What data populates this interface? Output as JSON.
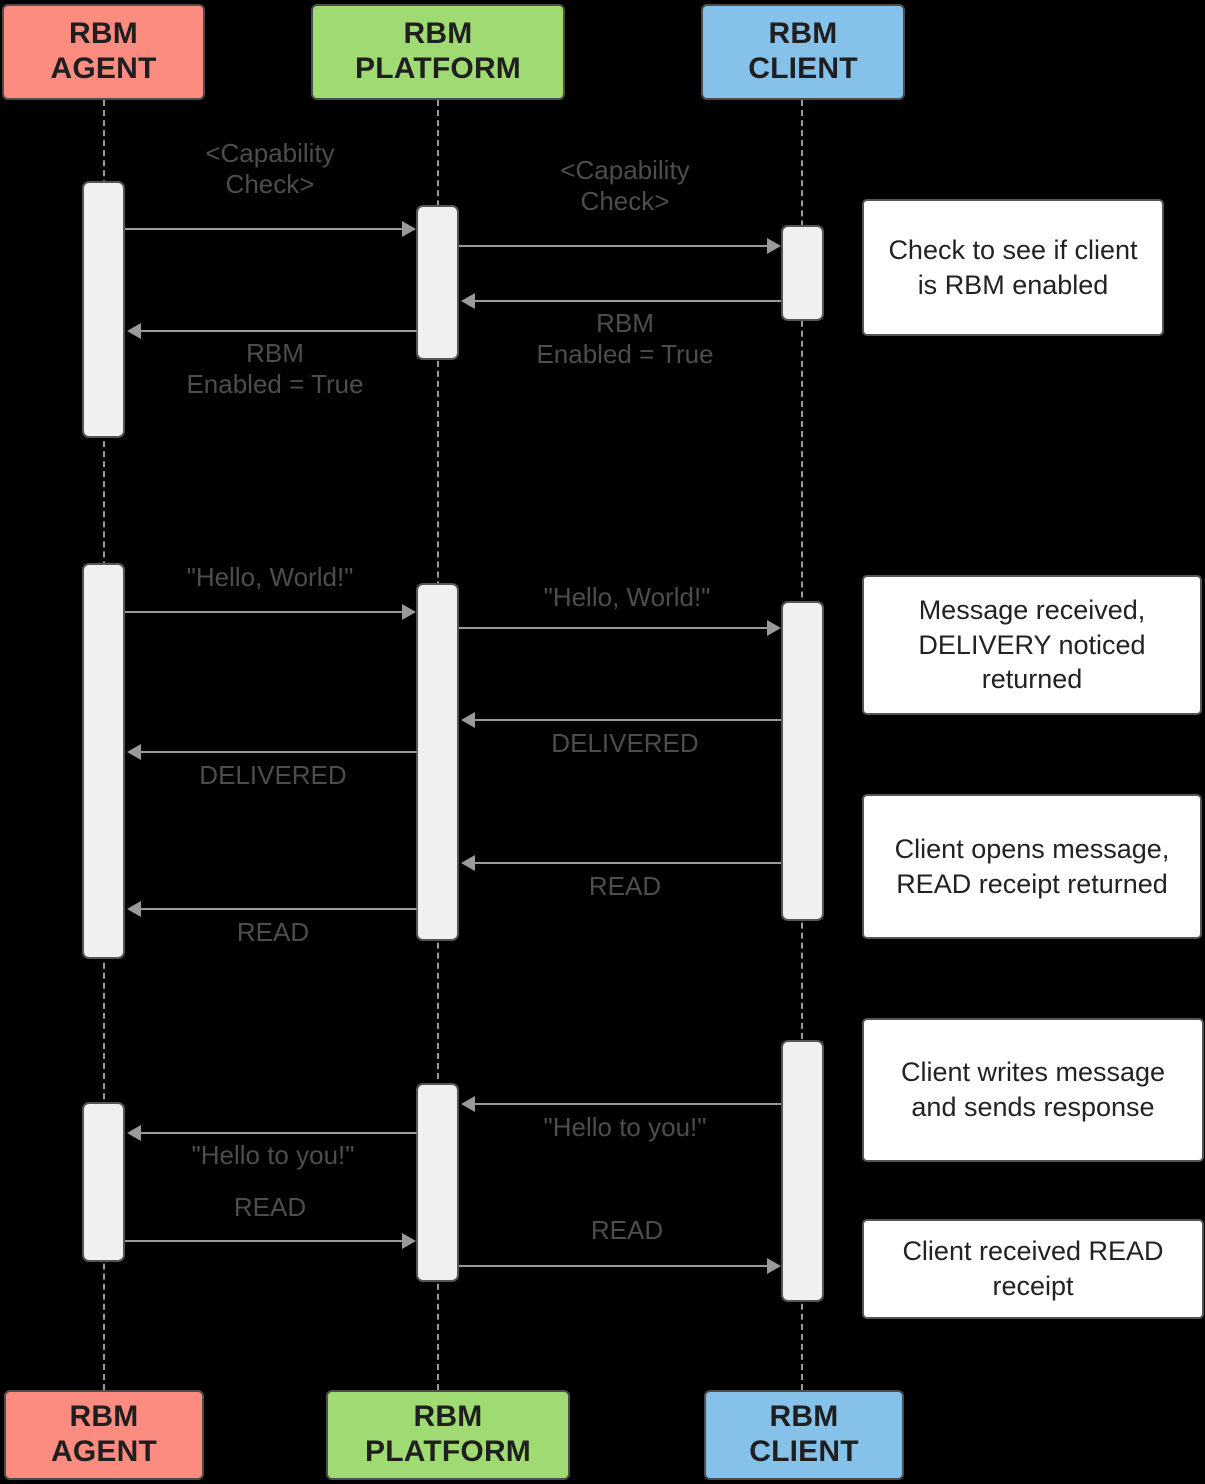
{
  "diagram": {
    "type": "sequence-diagram",
    "background_color": "#000000",
    "actors": [
      {
        "id": "agent",
        "line1": "RBM",
        "line2": "AGENT",
        "color": "#fc8b80"
      },
      {
        "id": "platform",
        "line1": "RBM",
        "line2": "PLATFORM",
        "color": "#9fdb72"
      },
      {
        "id": "client",
        "line1": "RBM",
        "line2": "CLIENT",
        "color": "#85c1e9"
      }
    ],
    "messages": [
      {
        "id": "m1",
        "label": "<Capability\nCheck>",
        "from": "agent",
        "to": "platform",
        "direction": "right"
      },
      {
        "id": "m2",
        "label": "<Capability\nCheck>",
        "from": "platform",
        "to": "client",
        "direction": "right"
      },
      {
        "id": "m3",
        "label": "RBM\nEnabled = True",
        "from": "client",
        "to": "platform",
        "direction": "left"
      },
      {
        "id": "m4",
        "label": "RBM\nEnabled = True",
        "from": "platform",
        "to": "agent",
        "direction": "left"
      },
      {
        "id": "m5",
        "label": "\"Hello, World!\"",
        "from": "agent",
        "to": "platform",
        "direction": "right"
      },
      {
        "id": "m6",
        "label": "\"Hello, World!\"",
        "from": "platform",
        "to": "client",
        "direction": "right"
      },
      {
        "id": "m7",
        "label": "DELIVERED",
        "from": "client",
        "to": "platform",
        "direction": "left"
      },
      {
        "id": "m8",
        "label": "DELIVERED",
        "from": "platform",
        "to": "agent",
        "direction": "left"
      },
      {
        "id": "m9",
        "label": "READ",
        "from": "client",
        "to": "platform",
        "direction": "left"
      },
      {
        "id": "m10",
        "label": "READ",
        "from": "platform",
        "to": "agent",
        "direction": "left"
      },
      {
        "id": "m11",
        "label": "\"Hello to you!\"",
        "from": "client",
        "to": "platform",
        "direction": "left"
      },
      {
        "id": "m12",
        "label": "\"Hello to you!\"",
        "from": "platform",
        "to": "agent",
        "direction": "left"
      },
      {
        "id": "m13",
        "label": "READ",
        "from": "agent",
        "to": "platform",
        "direction": "right"
      },
      {
        "id": "m14",
        "label": "READ",
        "from": "platform",
        "to": "client",
        "direction": "right"
      }
    ],
    "notes": [
      {
        "id": "n1",
        "text": "Check to see if client is RBM enabled"
      },
      {
        "id": "n2",
        "text": "Message received, DELIVERY noticed returned"
      },
      {
        "id": "n3",
        "text": "Client opens message, READ receipt returned"
      },
      {
        "id": "n4",
        "text": "Client writes message and sends response"
      },
      {
        "id": "n5",
        "text": "Client received READ receipt"
      }
    ]
  }
}
